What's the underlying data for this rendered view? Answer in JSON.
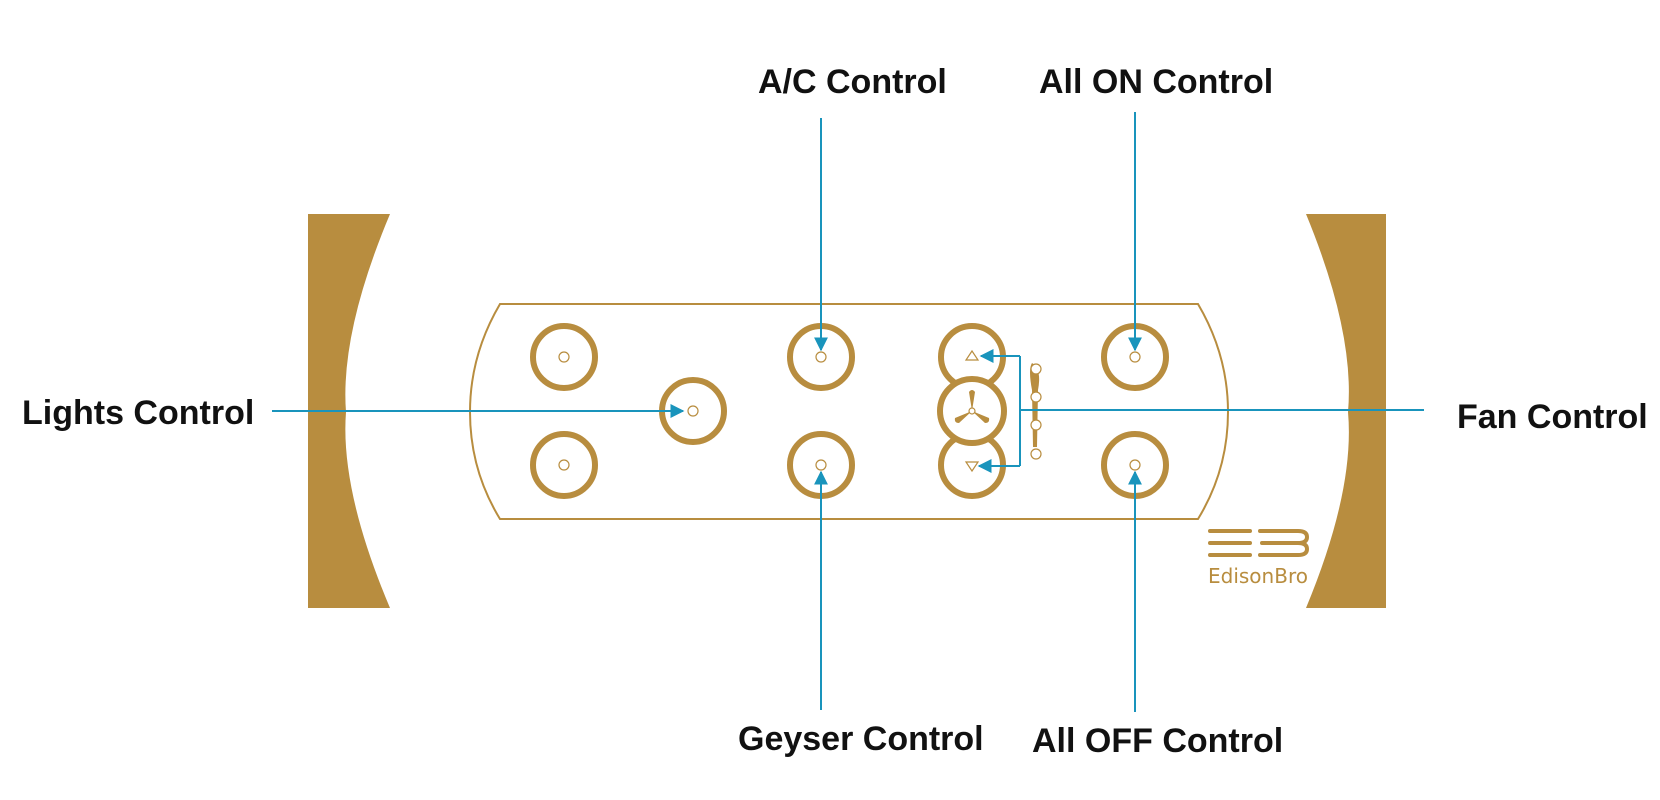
{
  "colors": {
    "gold": "#B88D3F",
    "leader": "#1994BC",
    "text": "#111111",
    "background": "#FFFFFF"
  },
  "labels": {
    "ac": "A/C Control",
    "all_on": "All ON Control",
    "lights": "Lights Control",
    "fan": "Fan Control",
    "geyser": "Geyser Control",
    "all_off": "All OFF Control"
  },
  "logo": {
    "text": "EdisonBro",
    "icon": "eb-monogram-icon"
  },
  "icons": {
    "fan": "fan-icon",
    "speed_up": "triangle-up-icon",
    "speed_down": "triangle-down-icon",
    "speed_slider": "fan-speed-slider"
  }
}
